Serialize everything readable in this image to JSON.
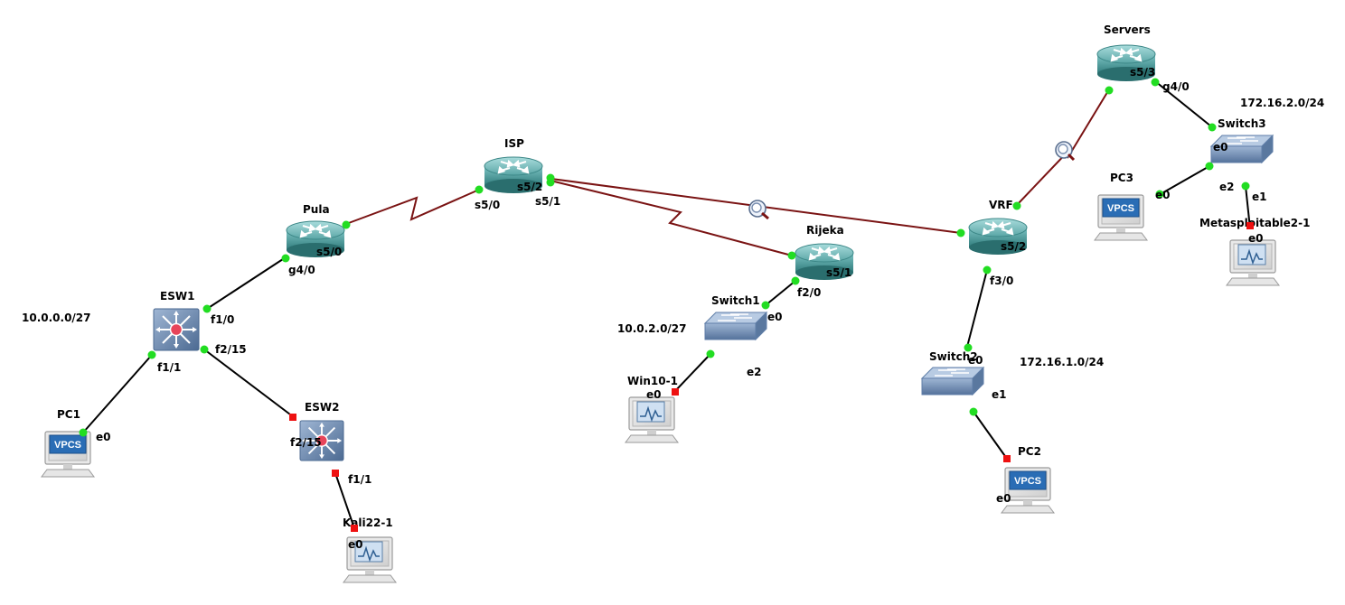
{
  "colors": {
    "background": "#ffffff",
    "serial_link": "#7a1313",
    "ethernet_link": "#000000",
    "port_up": "#22dd22",
    "port_down": "#ee1111",
    "router_body": "#4d9b9b",
    "switch_body": "#7a95b8",
    "vpcs_badge": "#2a6db5"
  },
  "nodes": {
    "servers": {
      "label": "Servers",
      "icon": "router-icon"
    },
    "isp": {
      "label": "ISP",
      "icon": "router-icon"
    },
    "pula": {
      "label": "Pula",
      "icon": "router-icon"
    },
    "rijeka": {
      "label": "Rijeka",
      "icon": "router-icon"
    },
    "vrf": {
      "label": "VRF",
      "icon": "router-icon"
    },
    "esw1": {
      "label": "ESW1",
      "icon": "multilayer-switch-icon"
    },
    "esw2": {
      "label": "ESW2",
      "icon": "multilayer-switch-icon"
    },
    "switch1": {
      "label": "Switch1",
      "icon": "ethernet-switch-icon"
    },
    "switch2": {
      "label": "Switch2",
      "icon": "ethernet-switch-icon"
    },
    "switch3": {
      "label": "Switch3",
      "icon": "ethernet-switch-icon"
    },
    "pc1": {
      "label": "PC1",
      "icon": "vpcs-icon",
      "badge": "VPCS"
    },
    "pc2": {
      "label": "PC2",
      "icon": "vpcs-icon",
      "badge": "VPCS"
    },
    "pc3": {
      "label": "PC3",
      "icon": "vpcs-icon",
      "badge": "VPCS"
    },
    "win10": {
      "label": "Win10-1",
      "icon": "qemu-host-icon"
    },
    "kali": {
      "label": "Kali22-1",
      "icon": "qemu-host-icon"
    },
    "metasploitable": {
      "label": "Metasploitable2-1",
      "icon": "qemu-host-icon"
    }
  },
  "networks": {
    "net_10_0_0": "10.0.0.0/27",
    "net_10_0_2": "10.0.2.0/27",
    "net_172_16_1": "172.16.1.0/24",
    "net_172_16_2": "172.16.2.0/24"
  },
  "ports": {
    "servers_s53": "s5/3",
    "servers_g40": "g4/0",
    "isp_s52": "s5/2",
    "isp_s50": "s5/0",
    "isp_s51": "s5/1",
    "pula_s50": "s5/0",
    "pula_g40": "g4/0",
    "rijeka_s51": "s5/1",
    "rijeka_f20": "f2/0",
    "vrf_s52": "s5/2",
    "vrf_f30": "f3/0",
    "esw1_f10": "f1/0",
    "esw1_f215": "f2/15",
    "esw1_f11": "f1/1",
    "esw2_f215": "f2/15",
    "esw2_f11": "f1/1",
    "switch1_e0": "e0",
    "switch1_e2": "e2",
    "switch2_e0": "e0",
    "switch2_e1": "e1",
    "switch3_e0": "e0",
    "switch3_e2": "e2",
    "switch3_e1": "e1",
    "pc1_e0": "e0",
    "pc2_e0": "e0",
    "pc3_e0": "e0",
    "win10_e0": "e0",
    "kali_e0": "e0",
    "metasploitable_e0": "e0"
  },
  "capture_icons": [
    "magnifier-capture-icon",
    "magnifier-capture-icon"
  ]
}
